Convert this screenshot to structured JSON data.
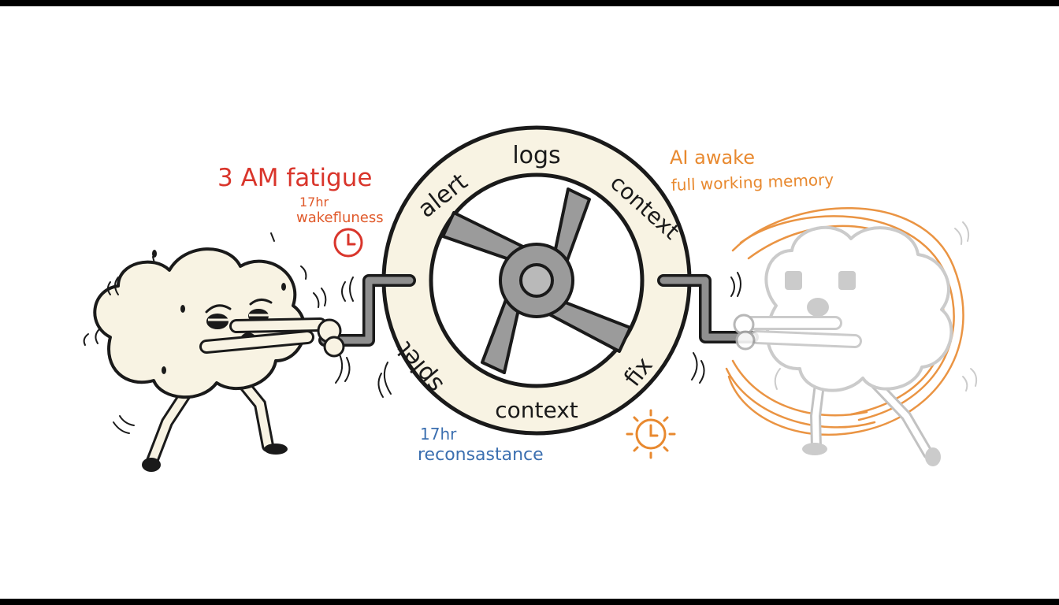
{
  "labels": {
    "fatigue_title": "3 AM fatigue",
    "wakefulness_hours": "17hr",
    "wakefulness": "wakefluness",
    "ai_title": "AI awake",
    "ai_subtitle": "full working memory",
    "bottom_hours": "17hr",
    "bottom_word": "reconsastance"
  },
  "wheel_words": {
    "top": "logs",
    "upper_left": "alert",
    "upper_right": "context",
    "lower_left": "splet",
    "lower_right": "fix",
    "bottom": "context"
  },
  "colors": {
    "red": "#d9352b",
    "orange": "#e8892f",
    "blue": "#3b6fb0",
    "ink": "#1a1a1a",
    "cream": "#f8f3e3",
    "spoke_gray": "#9b9b9b",
    "ghost_gray": "#c6c6c6"
  },
  "icons": {
    "left_clock": "clock-icon",
    "right_clock": "sun-clock-icon"
  }
}
